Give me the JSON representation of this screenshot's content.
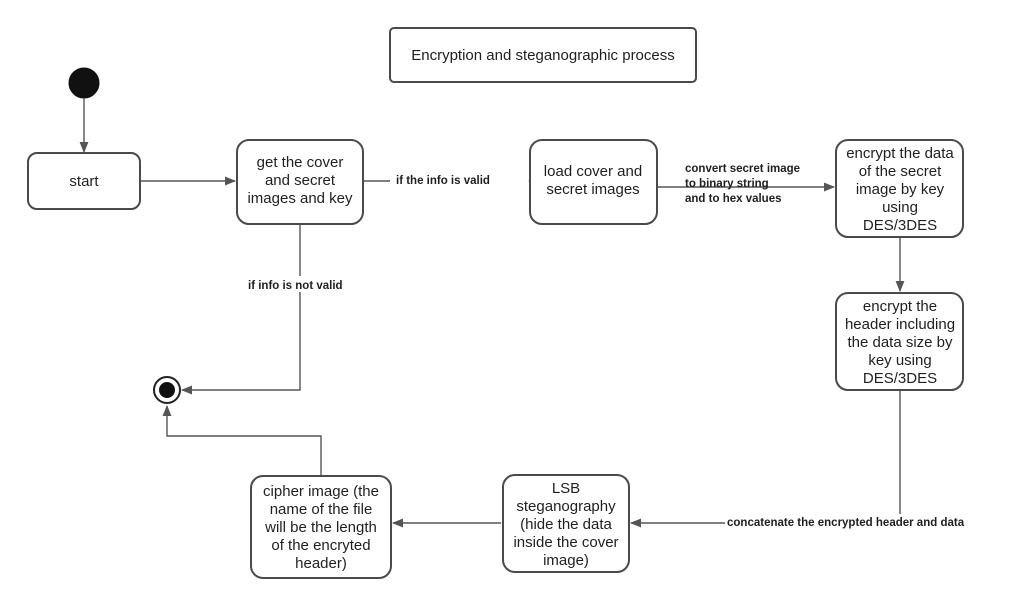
{
  "title": "Encryption and steganographic process",
  "nodes": {
    "start": [
      "start"
    ],
    "get_inputs": [
      "get the cover",
      "and secret",
      "images and key"
    ],
    "load_images": [
      "load cover and",
      "secret images"
    ],
    "encrypt_data": [
      "encrypt the data",
      "of the secret",
      "image by key",
      "using",
      "DES/3DES"
    ],
    "encrypt_header": [
      "encrypt the",
      "header including",
      "the data size by",
      "key using",
      "DES/3DES"
    ],
    "lsb": [
      "LSB",
      "steganography",
      "(hide the data",
      "inside the cover",
      "image)"
    ],
    "cipher_image": [
      "cipher image (the",
      "name of the file",
      "will be the length",
      "of the encryted",
      "header)"
    ]
  },
  "edge_labels": {
    "valid": "if the info is valid",
    "not_valid": "if info is not valid",
    "convert": [
      "convert secret image",
      "to binary string",
      "and to hex values"
    ],
    "concatenate": "concatenate the encrypted header and data"
  }
}
